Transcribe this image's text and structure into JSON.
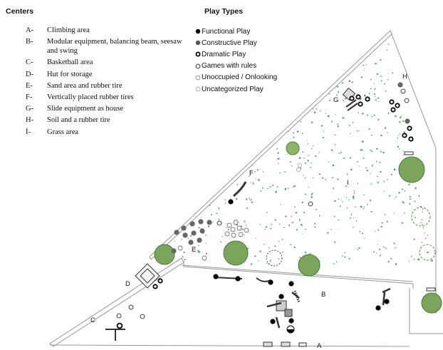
{
  "centers_title": "Centers",
  "play_types_title": "Play Types",
  "centers": [
    {
      "code": "A-",
      "name": "Climbing area"
    },
    {
      "code": "B-",
      "name": "Modular equipment, balancing beam, seesaw and swing"
    },
    {
      "code": "C-",
      "name": "Basketball area"
    },
    {
      "code": "D-",
      "name": "Hut for storage"
    },
    {
      "code": "E-",
      "name": "Sand area and rubber tire"
    },
    {
      "code": "F-",
      "name": "Vertically placed rubber tires"
    },
    {
      "code": "G-",
      "name": "Slide equipment as house"
    },
    {
      "code": "H-",
      "name": "Soil and a rubber tire"
    },
    {
      "code": "İ-",
      "name": "Grass area"
    }
  ],
  "play_types": [
    {
      "name": "Functional Play",
      "symbol": "filled-dot-icon",
      "color": "#000000"
    },
    {
      "name": "Constructive Play",
      "symbol": "gray-dot-icon",
      "color": "#555555"
    },
    {
      "name": "Dramatic Play",
      "symbol": "thick-ring-icon",
      "color": "#000000"
    },
    {
      "name": "Games with rules",
      "symbol": "gray-ring-icon",
      "color": "#666666"
    },
    {
      "name": "Unoccupied / Onlooking",
      "symbol": "thin-ring-icon",
      "color": "#888888"
    },
    {
      "name": "Uncategorized Play",
      "symbol": "light-ring-icon",
      "color": "#bbbbbb"
    }
  ],
  "map_labels": [
    "A",
    "B",
    "C",
    "D",
    "E",
    "F",
    "G",
    "H",
    "I"
  ],
  "tree_color": "#7aa55a",
  "grass_color": "#3b8a55"
}
